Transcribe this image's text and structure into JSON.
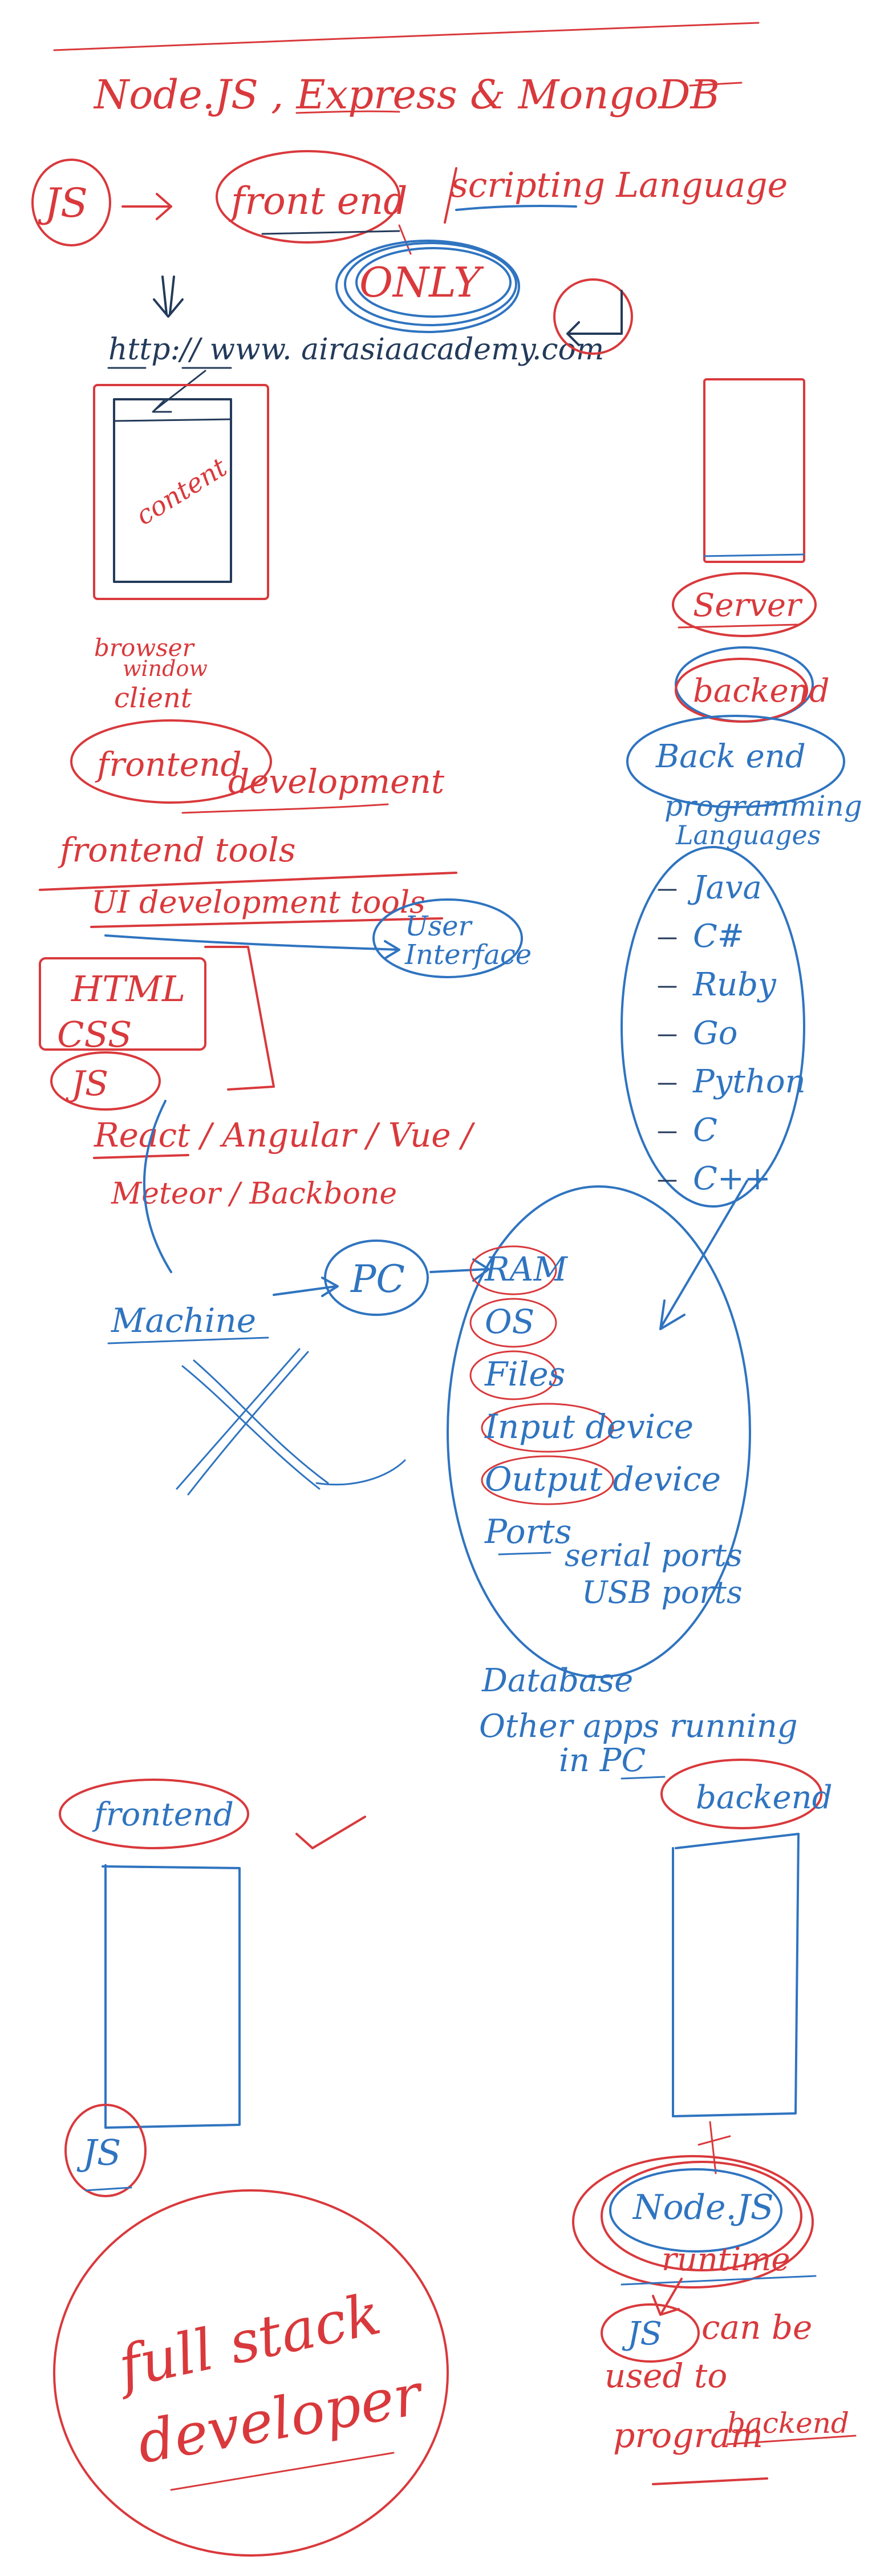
{
  "colors": {
    "red_ink": "#d9393c",
    "blue_ink": "#2f74c0",
    "navy_ink": "#233a5a",
    "background": "#ffffff"
  },
  "heading": {
    "title": "Node.JS , Express & MongoDB"
  },
  "top": {
    "js": "JS",
    "front_end": "front end",
    "scripting": "scripting Language",
    "only": "ONLY",
    "url": "http:// www. airasiaacademy.com"
  },
  "browser": {
    "content": "content",
    "browser_line": "browser",
    "window_line": "window",
    "client": "client"
  },
  "frontend_dev": {
    "frontend": "frontend",
    "development": "development",
    "tools": "frontend tools",
    "ui_tools": "UI development tools",
    "user_interface_1": "User",
    "user_interface_2": "Interface",
    "html": "HTML",
    "css": "CSS",
    "js": "JS",
    "frameworks_1": "React / Angular / Vue /",
    "frameworks_2": "Meteor / Backbone"
  },
  "server": {
    "server": "Server",
    "backend": "backend",
    "backend_prog_1": "Back end",
    "backend_prog_2": "programming",
    "backend_prog_3": "Languages",
    "languages": [
      "Java",
      "C#",
      "Ruby",
      "Go",
      "Python",
      "C",
      "C++"
    ]
  },
  "machine": {
    "machine": "Machine",
    "pc": "PC",
    "items": [
      "RAM",
      "OS",
      "Files",
      "Input device",
      "Output device",
      "Ports"
    ],
    "ports": [
      "serial ports",
      "USB ports"
    ],
    "database": "Database",
    "other_1": "Other apps running",
    "other_2": "in PC"
  },
  "bottom": {
    "frontend": "frontend",
    "backend": "backend",
    "js": "JS",
    "node_1": "Node.JS",
    "node_2": "runtime",
    "js_2": "JS",
    "can_be_1": "can be",
    "can_be_2": "used to",
    "can_be_3": "program",
    "can_be_4": "backend",
    "full_stack_1": "full stack",
    "full_stack_2": "developer"
  }
}
